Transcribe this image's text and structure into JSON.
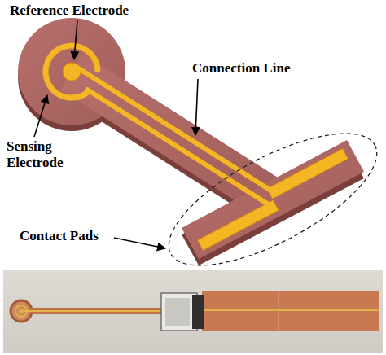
{
  "diagram": {
    "labels": [
      "Reference Electrode",
      "Connection Line",
      "Sensing Electrode",
      "Contact Pads"
    ]
  }
}
